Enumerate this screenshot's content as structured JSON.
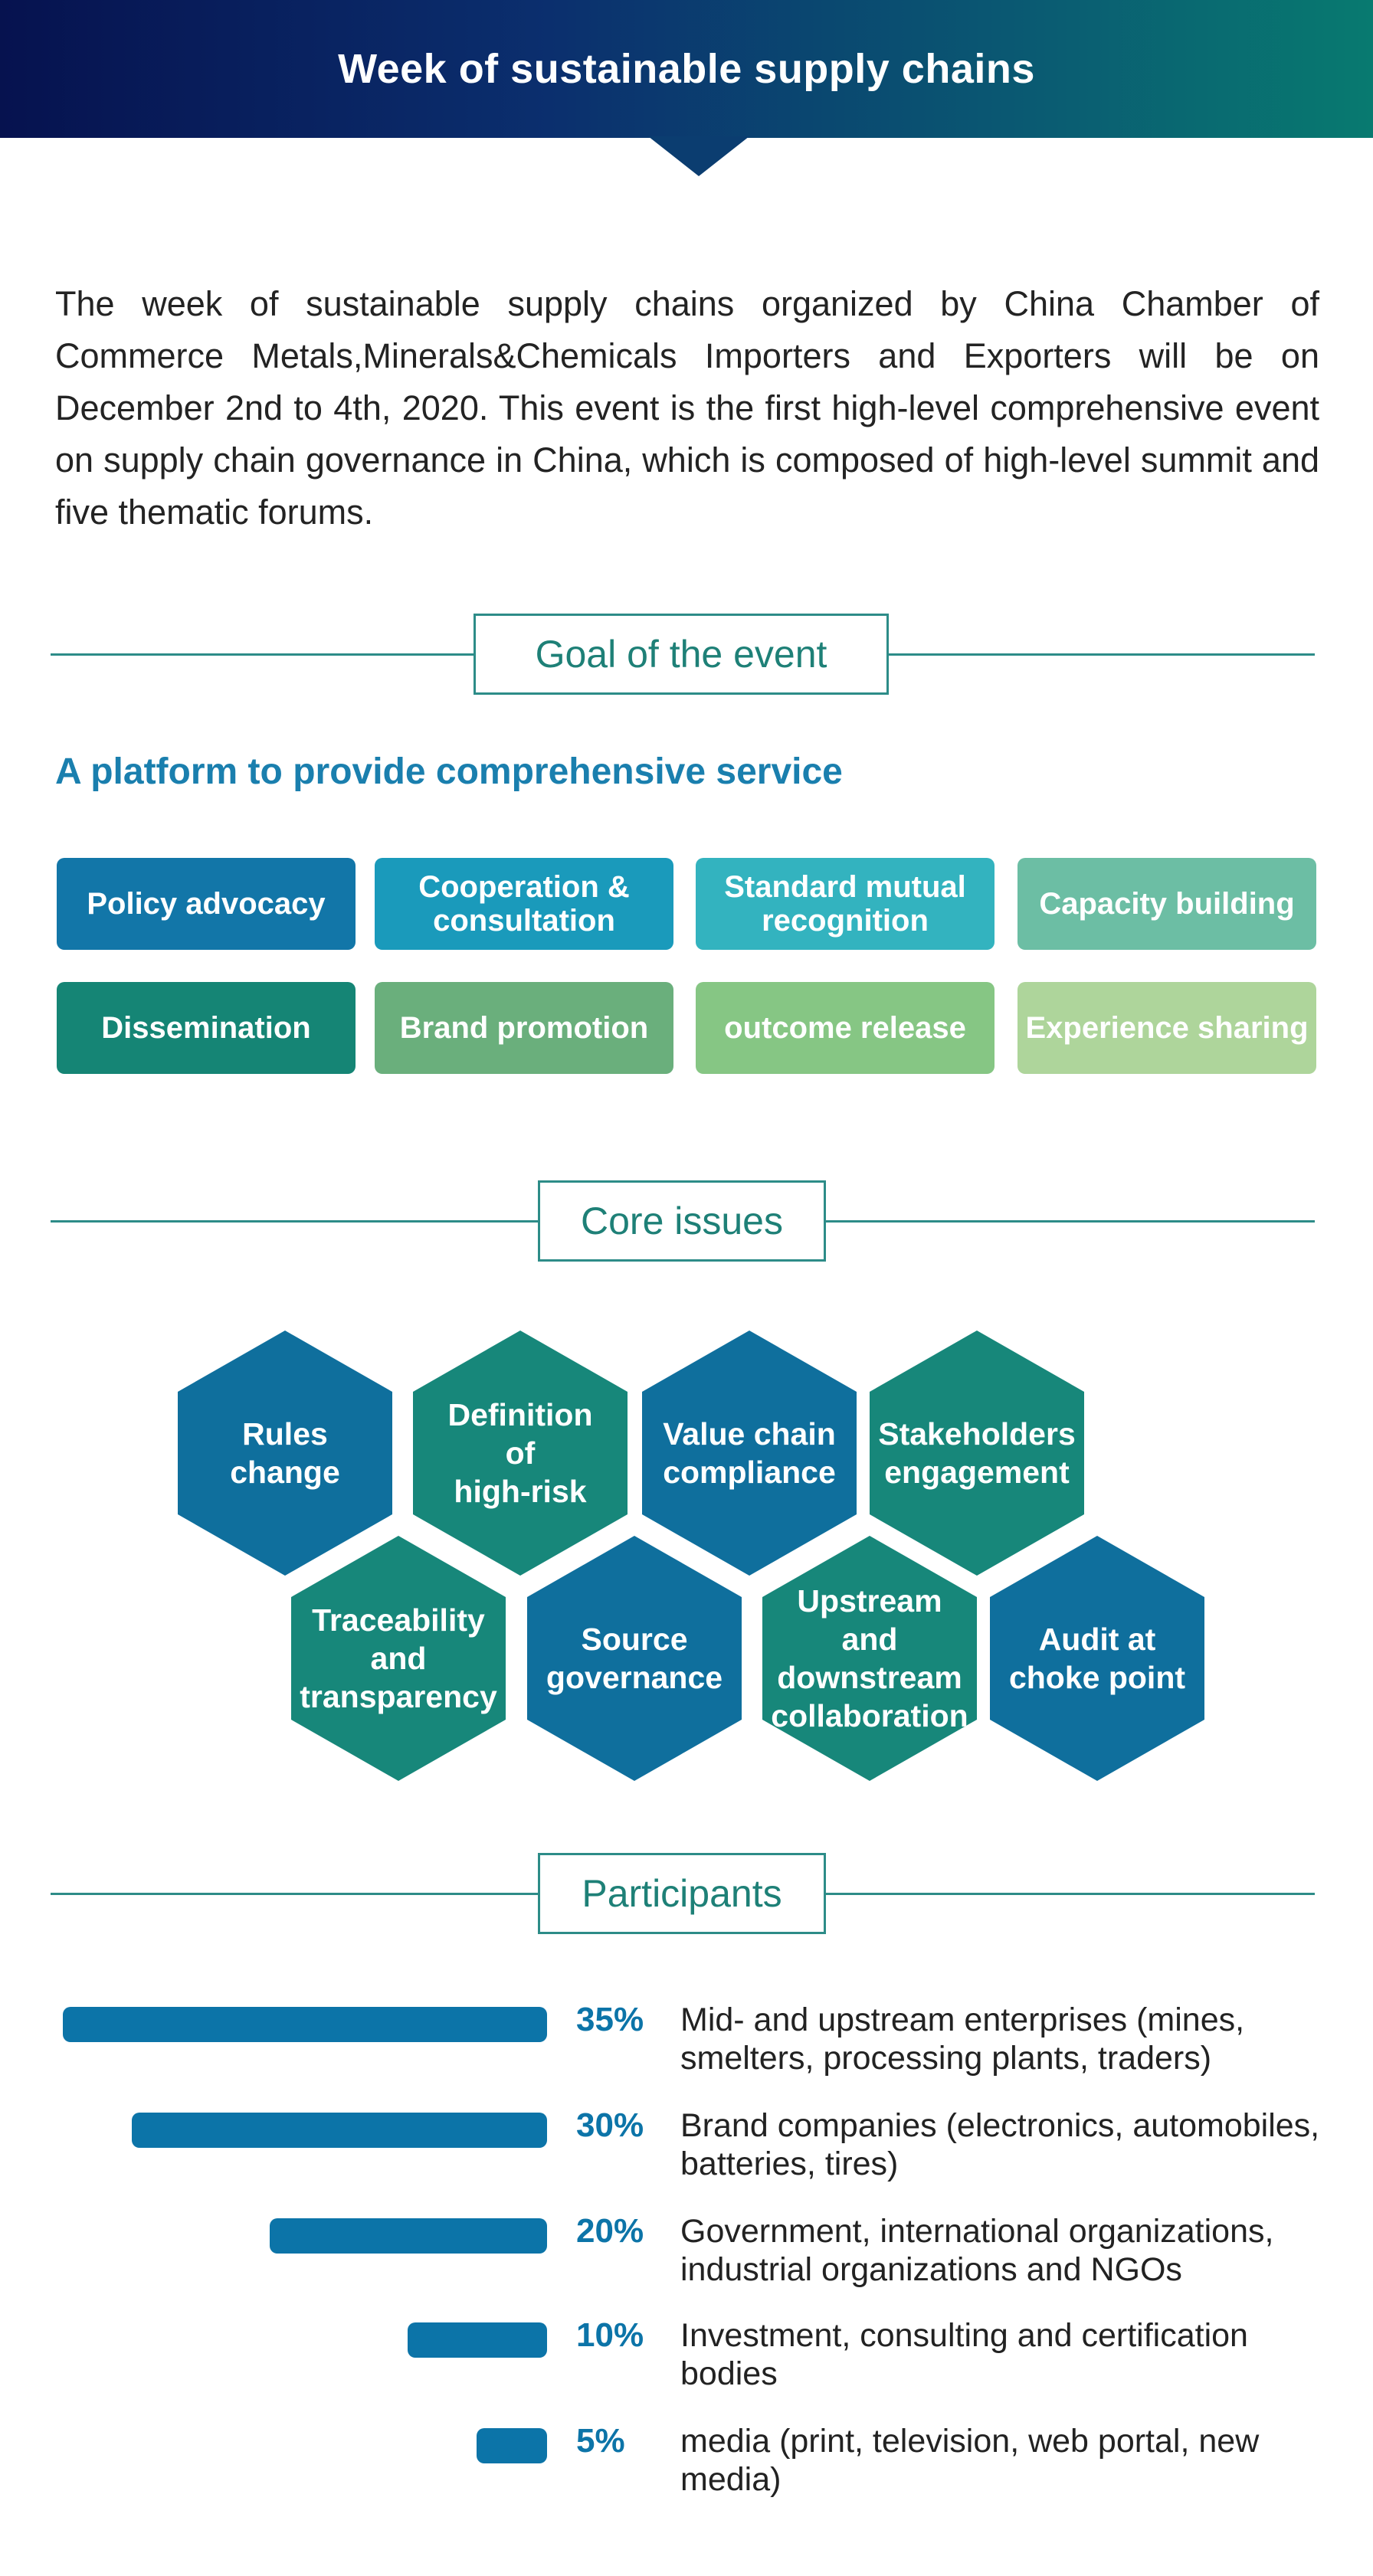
{
  "header": {
    "title": "Week of sustainable supply chains"
  },
  "intro": "The week of sustainable supply chains organized by China Chamber of Commerce Metals,Minerals&Chemicals Importers and Exporters will be on December 2nd to 4th, 2020. This event is the first high-level comprehensive event on supply chain governance in China, which is composed of high-level summit and five thematic forums.",
  "goal": {
    "section_title": "Goal of the event",
    "subheading": "A platform to provide comprehensive service",
    "services": [
      {
        "label": "Policy advocacy",
        "color": "#1276a8"
      },
      {
        "label": "Cooperation & consultation",
        "color": "#1a9abb"
      },
      {
        "label": "Standard mutual recognition",
        "color": "#33b3bf"
      },
      {
        "label": "Capacity building",
        "color": "#6cbea4"
      },
      {
        "label": "Dissemination",
        "color": "#158575"
      },
      {
        "label": "Brand promotion",
        "color": "#6aaf7c"
      },
      {
        "label": "outcome release",
        "color": "#86c684"
      },
      {
        "label": "Experience sharing",
        "color": "#aed59b"
      }
    ]
  },
  "core": {
    "section_title": "Core issues",
    "issues": [
      {
        "label": "Rules\nchange",
        "color": "#0f6f9d"
      },
      {
        "label": "Definition\nof\nhigh-risk",
        "color": "#17877a"
      },
      {
        "label": "Value chain\ncompliance",
        "color": "#0f6f9d"
      },
      {
        "label": "Stakeholders\nengagement",
        "color": "#17877a"
      },
      {
        "label": "Traceability\nand\ntransparency",
        "color": "#17877a"
      },
      {
        "label": "Source\ngovernance",
        "color": "#0f6f9d"
      },
      {
        "label": "Upstream\nand\ndownstream\ncollaboration",
        "color": "#17877a"
      },
      {
        "label": "Audit at\nchoke point",
        "color": "#0f6f9d"
      }
    ]
  },
  "participants": {
    "section_title": "Participants",
    "items": [
      {
        "percent_label": "35%",
        "value": 35,
        "label": "Mid- and upstream enterprises (mines, smelters, processing plants, traders)"
      },
      {
        "percent_label": "30%",
        "value": 30,
        "label": "Brand companies (electronics, automobiles, batteries, tires)"
      },
      {
        "percent_label": "20%",
        "value": 20,
        "label": "Government, international organizations, industrial organizations and NGOs"
      },
      {
        "percent_label": "10%",
        "value": 10,
        "label": "Investment, consulting and certification bodies"
      },
      {
        "percent_label": "5%",
        "value": 5,
        "label": "media (print, television, web portal, new media)"
      }
    ]
  }
}
